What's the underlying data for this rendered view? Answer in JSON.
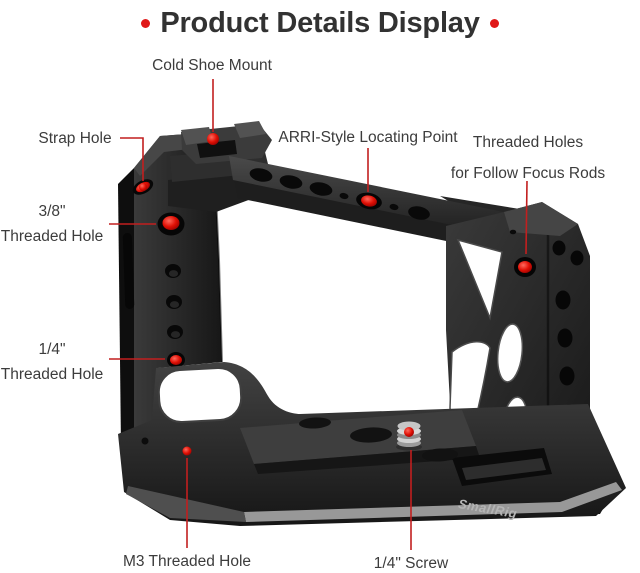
{
  "title": {
    "text": "Product Details Display"
  },
  "brand": {
    "logo_text": "SmallRig"
  },
  "callouts": {
    "cold_shoe": {
      "label": "Cold Shoe Mount"
    },
    "strap_hole": {
      "label": "Strap Hole"
    },
    "three_eighths_hole": {
      "line1": "3/8\"",
      "line2": "Threaded Hole"
    },
    "quarter_hole": {
      "line1": "1/4\"",
      "line2": "Threaded Hole"
    },
    "arri_point": {
      "label": "ARRI-Style Locating Point"
    },
    "follow_focus": {
      "line1": "Threaded Holes",
      "line2": "for Follow Focus Rods"
    },
    "m3_hole": {
      "label": "M3 Threaded Hole"
    },
    "quarter_screw": {
      "label": "1/4\" Screw"
    }
  },
  "colors": {
    "background": "#ffffff",
    "title_text": "#323232",
    "title_accent_dot": "#e01818",
    "label_text": "#3c3c3c",
    "callout_line_red": "#c21f1f",
    "marker_red": "#e01005",
    "cage_dark": "#1f1f1f",
    "base_stripe_gray": "#969696",
    "logo_gray": "#b5b5b5",
    "screw_silver": "#c6c6c6"
  }
}
